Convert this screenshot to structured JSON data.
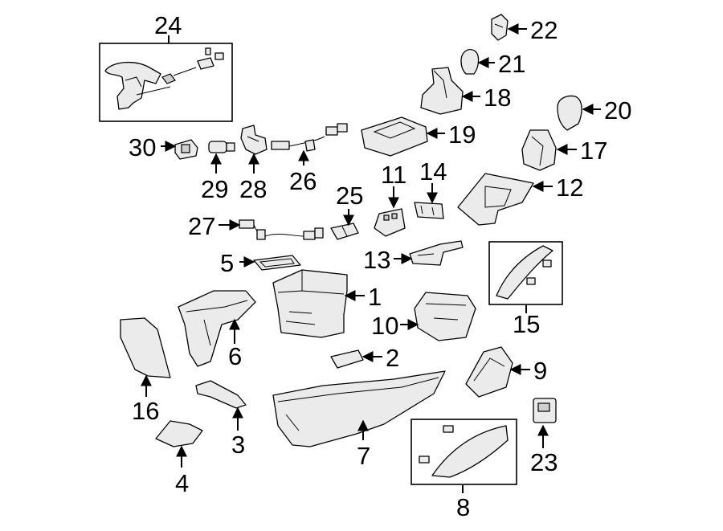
{
  "callouts": {
    "c1": "1",
    "c2": "2",
    "c3": "3",
    "c4": "4",
    "c5": "5",
    "c6": "6",
    "c7": "7",
    "c8": "8",
    "c9": "9",
    "c10": "10",
    "c11": "11",
    "c12": "12",
    "c13": "13",
    "c14": "14",
    "c15": "15",
    "c16": "16",
    "c17": "17",
    "c18": "18",
    "c19": "19",
    "c20": "20",
    "c21": "21",
    "c22": "22",
    "c23": "23",
    "c24": "24",
    "c25": "25",
    "c26": "26",
    "c27": "27",
    "c28": "28",
    "c29": "29",
    "c30": "30"
  }
}
